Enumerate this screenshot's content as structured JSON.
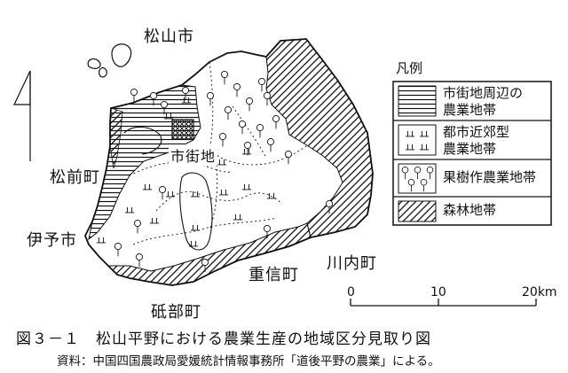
{
  "places": {
    "matsuyama_city": "松山市",
    "urban_area": "市街地",
    "masaki_town": "松前町",
    "iyo_city": "伊予市",
    "shigenobu_town": "重信町",
    "kawauchi_town": "川内町",
    "tobe_town": "砥部町"
  },
  "legend": {
    "title": "凡例",
    "items": [
      {
        "line1": "市街地周辺の",
        "line2": "農業地帯",
        "pattern": "horizontal-hatch"
      },
      {
        "line1": "都市近郊型",
        "line2": "農業地帯",
        "pattern": "paddy-symbol"
      },
      {
        "line1": "果樹作農業地帯",
        "line2": "",
        "pattern": "orchard-symbol"
      },
      {
        "line1": "森林地帯",
        "line2": "",
        "pattern": "diagonal-hatch"
      }
    ]
  },
  "scale": {
    "ticks": [
      "0",
      "10",
      "20km"
    ]
  },
  "caption": "図３－１　松山平野における農業生産の地域区分見取り図",
  "source": "資料：中国四国農政局愛媛統計情報事務所「道後平野の農業」による。",
  "colors": {
    "ink": "#111111",
    "background": "#ffffff"
  }
}
